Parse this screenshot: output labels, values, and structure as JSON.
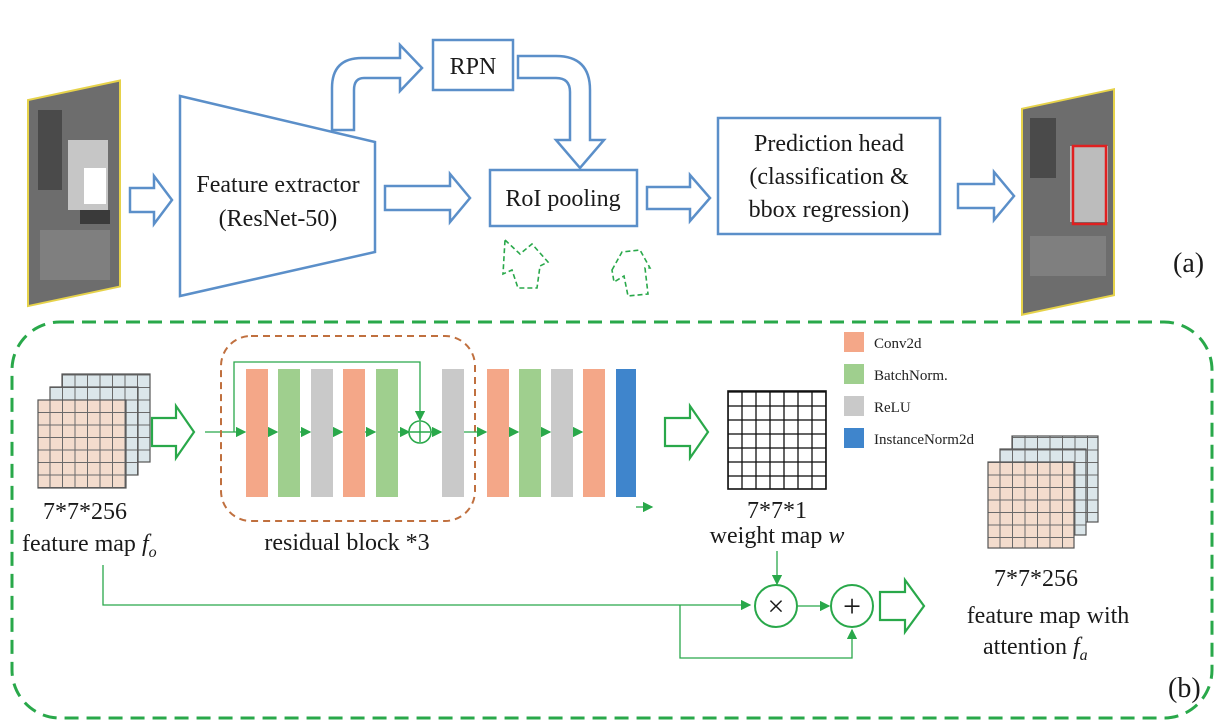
{
  "panel_a": {
    "rpn": "RPN",
    "feature_extractor_line1": "Feature extractor",
    "feature_extractor_line2": "(ResNet-50)",
    "roi_pooling": "RoI pooling",
    "pred_line1": "Prediction head",
    "pred_line2": "(classification &",
    "pred_line3": "bbox regression)",
    "label": "(a)"
  },
  "panel_b": {
    "input_dims": "7*7*256",
    "input_name": "feature map ",
    "input_symbol": "f",
    "input_sub": "o",
    "residual_label": "residual block *3",
    "weight_dims": "7*7*1",
    "weight_name": "weight map ",
    "weight_symbol": "w",
    "output_dims": "7*7*256",
    "output_line1": "feature map with",
    "output_line2": "attention ",
    "output_symbol": "f",
    "output_sub": "a",
    "multiply": "×",
    "add": "+",
    "label": "(b)"
  },
  "legend": [
    {
      "label": "Conv2d",
      "color": "#f4a788"
    },
    {
      "label": "BatchNorm.",
      "color": "#9fcf8e"
    },
    {
      "label": "ReLU",
      "color": "#c9c9c9"
    },
    {
      "label": "InstanceNorm2d",
      "color": "#3f85cc"
    }
  ],
  "colors": {
    "box_blue": "#5b8fc9",
    "green": "#29a84a",
    "dashed_orange": "#c0703f"
  }
}
